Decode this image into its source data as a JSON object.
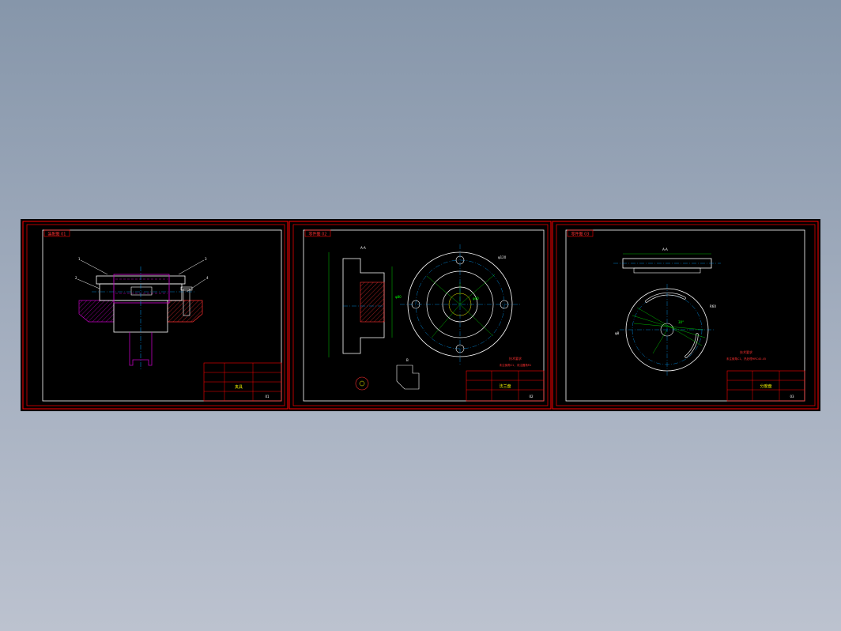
{
  "colors": {
    "viewport_bg": "#8e9bb0",
    "model_bg": "#000000",
    "border": "#ff0000",
    "geometry": "#ffffff",
    "center_line": "#00a0ff",
    "dimension": "#00ff00",
    "hatch": "#c000c0",
    "yellow": "#ffff00",
    "cyan": "#00ffff"
  },
  "sheets": [
    {
      "id": "assembly",
      "header_label": "装配图 01",
      "drawing": "fixture-assembly-section",
      "callouts": [
        "1",
        "2",
        "3",
        "4"
      ],
      "title_block": {
        "name": "夹具",
        "sheet_no": "01"
      }
    },
    {
      "id": "part",
      "header_label": "零件图 02",
      "drawing": "flange-part-views",
      "dimensions": [
        "A-A",
        "φ80",
        "φ120",
        "φ40",
        "B"
      ],
      "notes": [
        "技术要求",
        "未注倒角C1，未注圆角R1"
      ],
      "title_block": {
        "name": "法兰盘",
        "sheet_no": "02"
      }
    },
    {
      "id": "plate",
      "header_label": "零件图 03",
      "drawing": "index-plate-views",
      "dimensions": [
        "A-A",
        "R60",
        "φ8",
        "30°"
      ],
      "notes": [
        "技术要求",
        "未注倒角C1，热处理HRC40-45"
      ],
      "title_block": {
        "name": "分度盘",
        "sheet_no": "03"
      }
    }
  ]
}
